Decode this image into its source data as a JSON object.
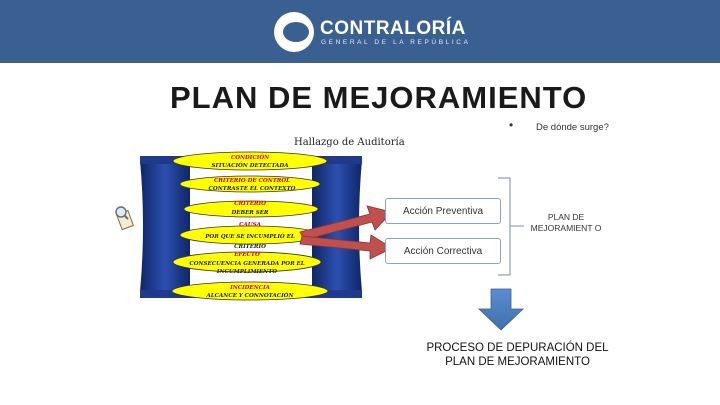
{
  "header": {
    "logo_name": "CONTRALORÍA",
    "logo_subtitle": "GENERAL DE LA REPÚBLICA",
    "brand_color": "#3a5f91"
  },
  "slide": {
    "title": "PLAN DE MEJORAMIENTO",
    "bullet_symbol": "•",
    "bullet_text": "De dónde surge?",
    "hallazgo_title": "Hallazgo de Auditoría"
  },
  "pillar": {
    "segments": [
      {
        "top": "CONDICIÓN",
        "bottom": "SITUACIÓN DETECTADA"
      },
      {
        "top": "CRITERIO DE CONTROL",
        "bottom": "CONTRASTE EL CONTEXTO"
      },
      {
        "top": "CRITERIO",
        "bottom": "DEBER SER"
      },
      {
        "top": "CAUSA",
        "bottom": "POR QUE SE INCUMPLIÓ EL CRITERIO"
      },
      {
        "top": "EFECTO",
        "bottom": "CONSECUENCIA GENERADA POR EL INCUMPLIMIENTO"
      },
      {
        "top": "INCIDENCIA",
        "bottom": "ALCANCE Y CONNOTACIÓN"
      }
    ],
    "icon": "magnifier-document-icon",
    "segment_color": "#ffff00",
    "frame_color": "#1f3a8a"
  },
  "actions": {
    "preventiva": "Acción Preventiva",
    "correctiva": "Acción Correctiva",
    "plan": "PLAN DE MEJORAMIENT O",
    "arrow_color": "#c0504d",
    "down_arrow_color": "#4f81bd"
  },
  "footer": {
    "line1": "PROCESO DE DEPURACIÓN DEL",
    "line2": "PLAN DE MEJORAMIENTO"
  }
}
